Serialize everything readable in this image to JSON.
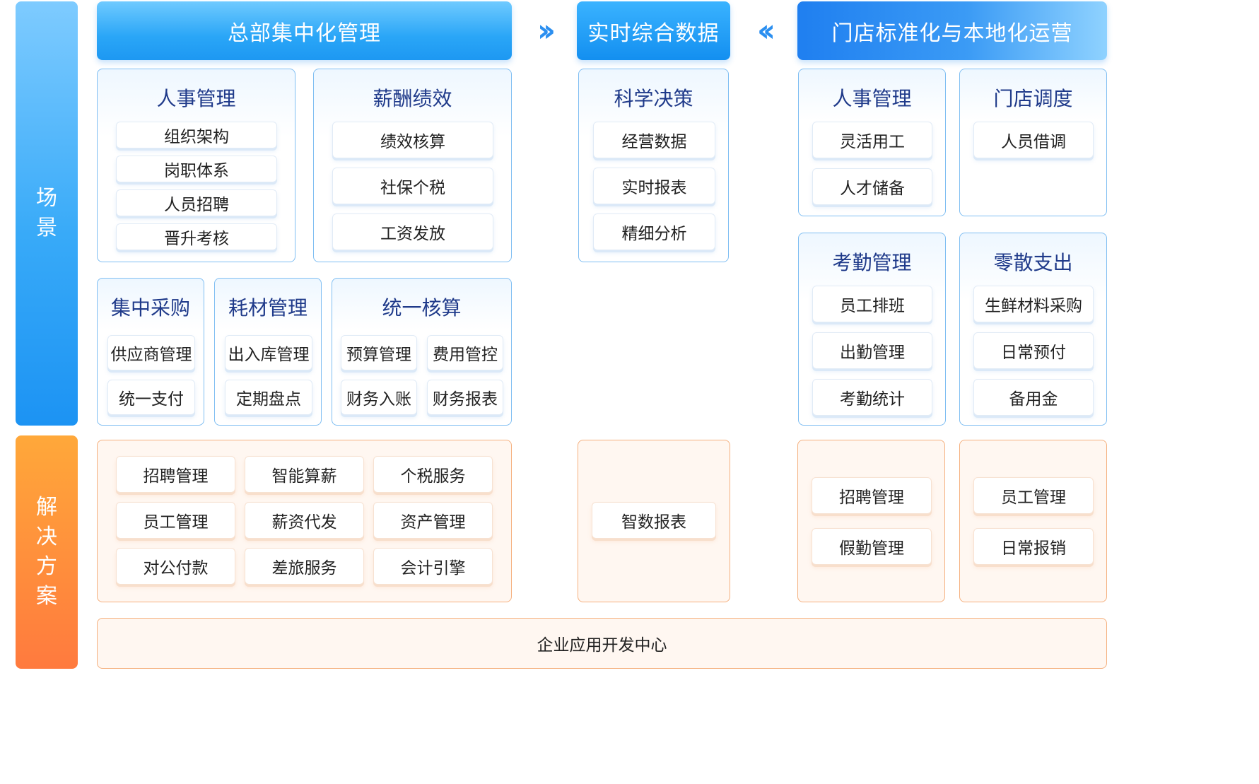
{
  "side": {
    "scene": [
      "场",
      "景"
    ],
    "solution": [
      "解",
      "决",
      "方",
      "案"
    ]
  },
  "headers": {
    "hq": "总部集中化管理",
    "realtime": "实时综合数据",
    "store": "门店标准化与本地化运营",
    "arrow_right": "››",
    "arrow_left": "‹‹"
  },
  "hq": {
    "hr": {
      "title": "人事管理",
      "items": [
        "组织架构",
        "岗职体系",
        "人员招聘",
        "晋升考核"
      ]
    },
    "pay": {
      "title": "薪酬绩效",
      "items": [
        "绩效核算",
        "社保个税",
        "工资发放"
      ]
    },
    "purchase": {
      "title": "集中采购",
      "items": [
        "供应商管理",
        "统一支付"
      ]
    },
    "material": {
      "title": "耗材管理",
      "items": [
        "出入库管理",
        "定期盘点"
      ]
    },
    "accounting": {
      "title": "统一核算",
      "items": [
        "预算管理",
        "费用管控",
        "财务入账",
        "财务报表"
      ]
    }
  },
  "realtime": {
    "decision": {
      "title": "科学决策",
      "items": [
        "经营数据",
        "实时报表",
        "精细分析"
      ]
    }
  },
  "store": {
    "hr": {
      "title": "人事管理",
      "items": [
        "灵活用工",
        "人才储备"
      ]
    },
    "dispatch": {
      "title": "门店调度",
      "items": [
        "人员借调"
      ]
    },
    "attendance": {
      "title": "考勤管理",
      "items": [
        "员工排班",
        "出勤管理",
        "考勤统计"
      ]
    },
    "expense": {
      "title": "零散支出",
      "items": [
        "生鲜材料采购",
        "日常预付",
        "备用金"
      ]
    }
  },
  "solutions": {
    "hq": [
      "招聘管理",
      "智能算薪",
      "个税服务",
      "员工管理",
      "薪资代发",
      "资产管理",
      "对公付款",
      "差旅服务",
      "会计引擎"
    ],
    "realtime": [
      "智数报表"
    ],
    "store_a": [
      "招聘管理",
      "假勤管理"
    ],
    "store_b": [
      "员工管理",
      "日常报销"
    ]
  },
  "footer": "企业应用开发中心",
  "colors": {
    "blue_accent": "#1d98f2",
    "orange_accent": "#ff8c3c",
    "card_border": "#7fbef2",
    "orange_border": "#f5b07e",
    "title_text": "#1f3a8a"
  }
}
